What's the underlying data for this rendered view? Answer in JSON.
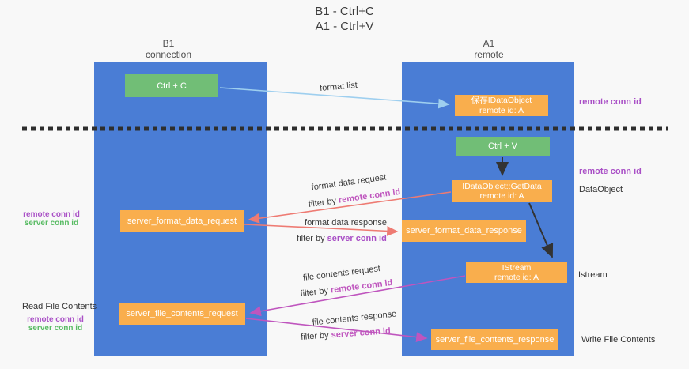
{
  "title": {
    "line1": "B1 - Ctrl+C",
    "line2": "A1 - Ctrl+V"
  },
  "lifelines": {
    "left": {
      "name": "B1",
      "subtitle": "connection"
    },
    "right": {
      "name": "A1",
      "subtitle": "remote"
    }
  },
  "nodes": {
    "ctrl_c": {
      "label": "Ctrl + C"
    },
    "save_idataobject": {
      "line1": "保存IDataObject",
      "line2": "remote id: A"
    },
    "ctrl_v": {
      "label": "Ctrl + V"
    },
    "getdata": {
      "line1": "IDataObject::GetData",
      "line2": "remote id: A"
    },
    "server_format_data_request": {
      "label": "server_format_data_request"
    },
    "server_format_data_response": {
      "label": "server_format_data_response"
    },
    "istream": {
      "line1": "IStream",
      "line2": "remote id: A"
    },
    "server_file_contents_request": {
      "label": "server_file_contents_request"
    },
    "server_file_contents_response": {
      "label": "server_file_contents_response"
    }
  },
  "annotations": {
    "right": {
      "remote_conn_id_top": "remote conn id",
      "remote_conn_id_mid": "remote conn id",
      "dataobject": "DataObject",
      "istream": "Istream",
      "write_file_contents": "Write File Contents"
    },
    "left": {
      "remote_conn_id_mid": "remote conn id",
      "server_conn_id_mid": "server conn id",
      "read_file_contents": "Read File Contents",
      "remote_conn_id_bottom": "remote conn id",
      "server_conn_id_bottom": "server conn id"
    }
  },
  "arrows": {
    "format_list": {
      "label": "format list"
    },
    "format_data_request": {
      "label": "format data request",
      "filter_prefix": "filter by",
      "filter_key": "remote conn id"
    },
    "format_data_response": {
      "label": "format data response",
      "filter_prefix": "filter by",
      "filter_key": "server conn id"
    },
    "file_contents_request": {
      "label": "file contents request",
      "filter_prefix": "filter by",
      "filter_key": "remote conn id"
    },
    "file_contents_response": {
      "label": "file contents response",
      "filter_prefix": "filter by",
      "filter_key": "server conn id"
    }
  },
  "colors": {
    "lifeline_blue": "#4A7DD5",
    "node_orange": "#F9AE4D",
    "node_green": "#71BE76",
    "arrow_light_blue": "#9ECFEF",
    "arrow_salmon": "#EE7B73",
    "arrow_magenta": "#BF55BE",
    "arrow_black": "#333333",
    "label_purple": "#A94FC6",
    "label_green": "#58BB63",
    "dashed_divider": "#2E2E2E"
  }
}
